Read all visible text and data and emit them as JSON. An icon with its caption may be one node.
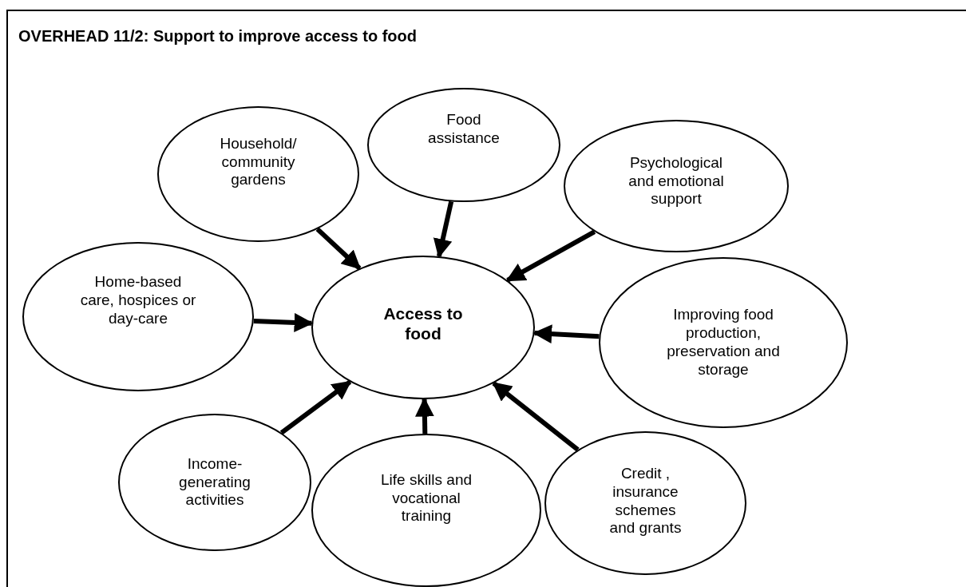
{
  "diagram": {
    "title": "OVERHEAD 11/2: Support to improve access to food",
    "nodes": [
      {
        "text": [
          "Household/ community gardens"
        ]
      },
      {
        "text": [
          "Food assistance"
        ]
      },
      {
        "text": [
          "Psychological and emotional support"
        ]
      },
      {
        "text": [
          "Home-based care, hospices or day-care"
        ]
      },
      {
        "text": [
          "Access to food"
        ]
      },
      {
        "text": [
          "Improving food production, preservation and storage"
        ]
      },
      {
        "text": [
          "Income-generating activities"
        ]
      },
      {
        "text": [
          "Life skills and vocational training"
        ]
      },
      {
        "text": [
          "Credit , insurance schemes and grants"
        ]
      }
    ],
    "edges": [
      {
        "from": 0,
        "to": 4,
        "arrow": "to"
      },
      {
        "from": 1,
        "to": 4,
        "arrow": "to"
      },
      {
        "from": 2,
        "to": 4,
        "arrow": "to"
      },
      {
        "from": 3,
        "to": 4,
        "arrow": "to"
      },
      {
        "from": 5,
        "to": 4,
        "arrow": "to"
      },
      {
        "from": 6,
        "to": 4,
        "arrow": "to"
      },
      {
        "from": 7,
        "to": 4,
        "arrow": "to"
      },
      {
        "from": 8,
        "to": 4,
        "arrow": "to"
      }
    ]
  }
}
